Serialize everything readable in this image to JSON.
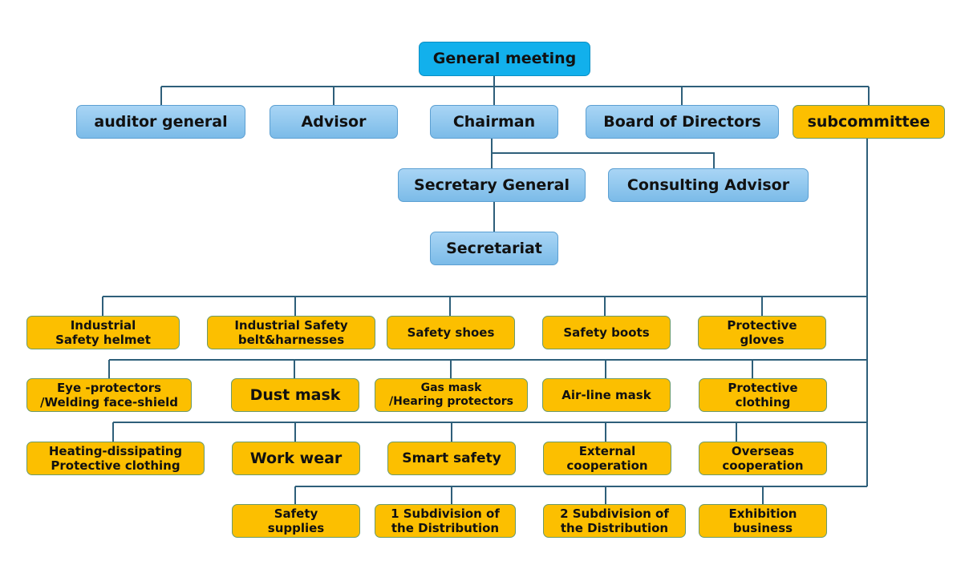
{
  "colors": {
    "top": "#12b0ec",
    "blue": "#8cc6ee",
    "yellow": "#fcbf00",
    "line": "#2e5f7a"
  },
  "top": {
    "general_meeting": "General meeting"
  },
  "level1": {
    "auditor_general": "auditor general",
    "advisor": "Advisor",
    "chairman": "Chairman",
    "board": "Board of Directors",
    "subcommittee": "subcommittee"
  },
  "level2": {
    "secretary_general": "Secretary General",
    "consulting_advisor": "Consulting Advisor",
    "secretariat": "Secretariat"
  },
  "subcommittees": {
    "row1": [
      "Industrial\nSafety helmet",
      "Industrial Safety\nbelt&harnesses",
      "Safety shoes",
      "Safety boots",
      "Protective\ngloves"
    ],
    "row2": [
      "Eye -protectors\n/Welding face-shield",
      "Dust mask",
      "Gas mask\n/Hearing protectors",
      "Air-line mask",
      "Protective\nclothing"
    ],
    "row3": [
      "Heating-dissipating\nProtective clothing",
      "Work wear",
      "Smart safety",
      "External\ncooperation",
      "Overseas\ncooperation"
    ],
    "row4": [
      "Safety\nsupplies",
      "1 Subdivision of\nthe Distribution",
      "2 Subdivision of\nthe Distribution",
      "Exhibition\nbusiness"
    ]
  }
}
